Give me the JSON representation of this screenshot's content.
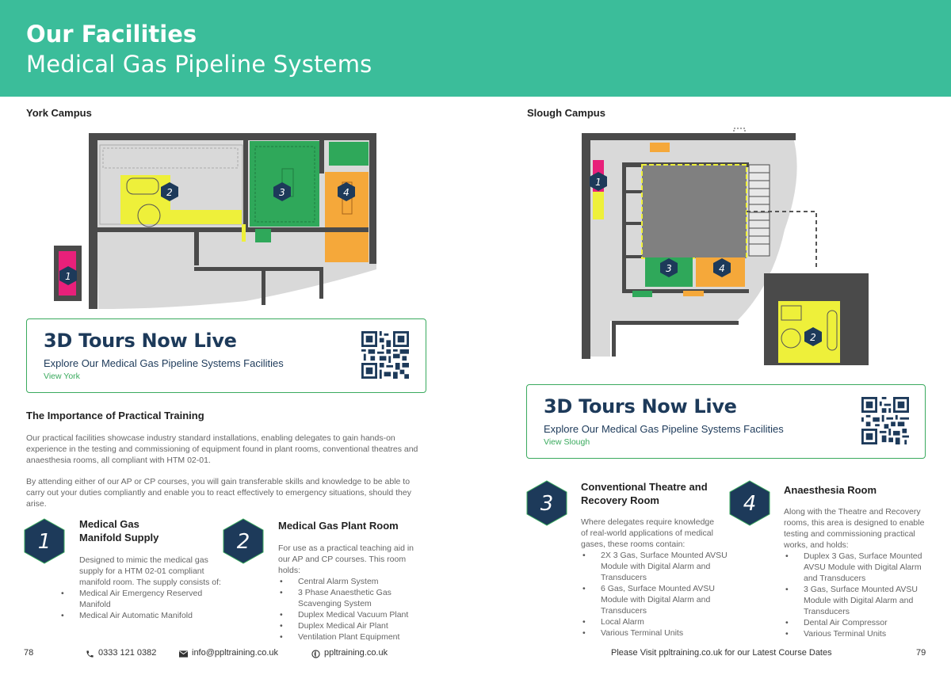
{
  "header": {
    "title": "Our Facilities",
    "subtitle": "Medical Gas Pipeline Systems"
  },
  "york": {
    "title": "York Campus",
    "markers": [
      "1",
      "2",
      "3",
      "4"
    ],
    "tour": {
      "title": "3D Tours Now Live",
      "subtitle": "Explore Our Medical Gas Pipeline Systems Facilities",
      "link": "View York"
    }
  },
  "slough": {
    "title": "Slough Campus",
    "markers": [
      "1",
      "2",
      "3",
      "4"
    ],
    "tour": {
      "title": "3D Tours Now Live",
      "subtitle": "Explore Our Medical Gas Pipeline Systems Facilities",
      "link": "View Slough"
    }
  },
  "training": {
    "title": "The Importance of Practical Training",
    "para1": "Our practical facilities showcase industry standard installations, enabling delegates to gain hands-on experience in the testing and commissioning of equipment found in plant rooms, conventional theatres and anaesthesia rooms, all compliant with HTM 02-01.",
    "para2": "By attending either of our AP or CP courses, you will gain transferable skills and knowledge to be able to carry out your duties compliantly and enable you to react effectively to emergency situations, should they arise."
  },
  "features": [
    {
      "num": "1",
      "title_line1": "Medical Gas",
      "title_line2": "Manifold Supply",
      "text": "Designed to mimic the medical gas supply for a HTM 02-01 compliant manifold room. The supply consists of:",
      "items": [
        "Medical Air Emergency Reserved Manifold",
        "Medical Air Automatic Manifold"
      ]
    },
    {
      "num": "2",
      "title_line1": "Medical Gas Plant Room",
      "text": "For use as a practical teaching aid in our AP and CP courses. This room holds:",
      "items": [
        "Central Alarm System",
        "3 Phase Anaesthetic Gas Scavenging System",
        "Duplex Medical Vacuum Plant",
        "Duplex Medical Air Plant",
        "Ventilation Plant Equipment"
      ]
    },
    {
      "num": "3",
      "title_line1": "Conventional Theatre and",
      "title_line2": "Recovery Room",
      "text": "Where delegates require knowledge of real-world applications of medical gases, these rooms contain:",
      "items": [
        "2X 3 Gas, Surface Mounted AVSU Module with Digital Alarm and Transducers",
        "6 Gas, Surface Mounted AVSU Module with Digital Alarm and Transducers",
        "Local Alarm",
        "Various Terminal Units"
      ]
    },
    {
      "num": "4",
      "title_line1": "Anaesthesia Room",
      "text": "Along with the Theatre and Recovery rooms, this area is designed to enable testing and commissioning practical works, and holds:",
      "items": [
        "Duplex 3 Gas, Surface Mounted AVSU Module with Digital Alarm and Transducers",
        "3 Gas, Surface Mounted AVSU Module with Digital Alarm and Transducers",
        "Dental Air Compressor",
        "Various Terminal Units"
      ]
    }
  ],
  "footer": {
    "page_left": "78",
    "phone": "0333 121 0382",
    "email": "info@ppltraining.co.uk",
    "web": "ppltraining.co.uk",
    "cta": "Please Visit ppltraining.co.uk for our Latest Course Dates",
    "page_right": "79"
  },
  "colors": {
    "header": "#3bbd9a",
    "navy": "#1d3a5a",
    "green": "#3aaa5e",
    "room_green": "#2fa85a",
    "room_orange": "#f5a83a",
    "room_yellow": "#eef03a",
    "room_pink": "#e8207a",
    "wall": "#4a4a4a",
    "floor": "#d9d9d9"
  },
  "icons": [
    "phone-icon",
    "mail-icon",
    "globe-icon",
    "qr-code-icon",
    "hexagon-icon"
  ]
}
